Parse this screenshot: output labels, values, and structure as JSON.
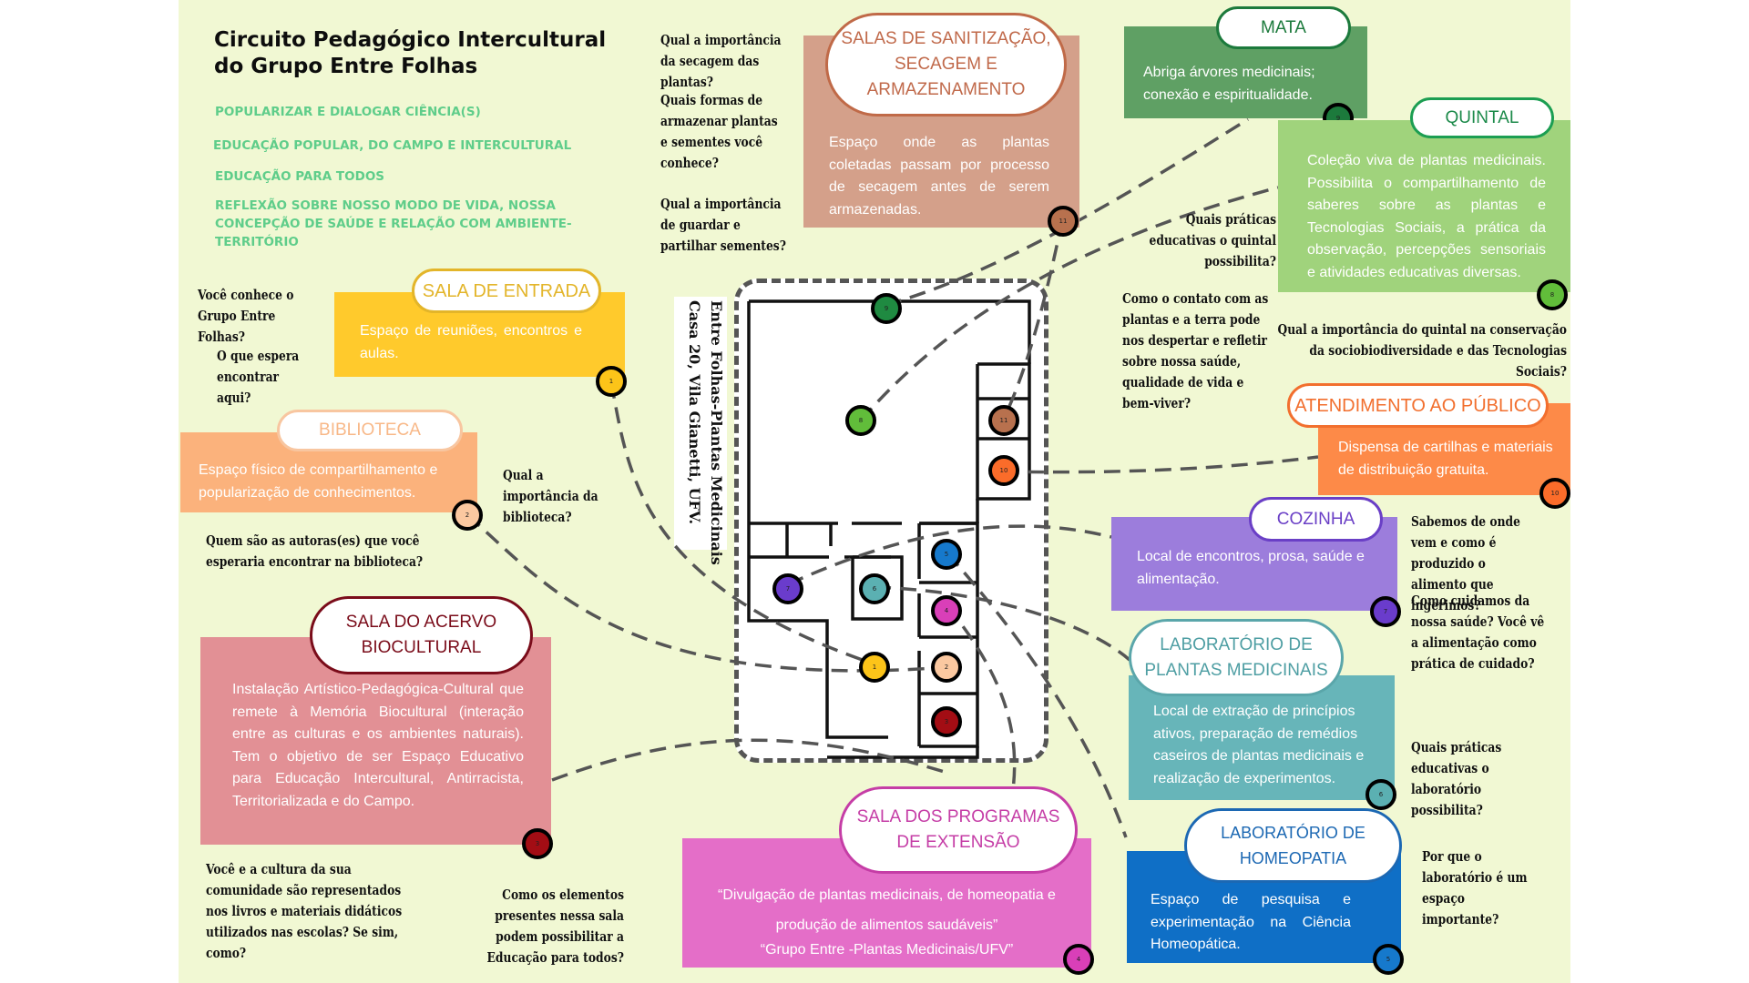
{
  "poster": {
    "title_line1": "Circuito Pedagógico Intercultural",
    "title_line2": "do Grupo Entre Folhas",
    "themes": [
      "POPULARIZAR E DIALOGAR  CIÊNCIA(S)",
      "EDUCAÇÃO POPULAR, DO CAMPO  E INTERCULTURAL",
      "EDUCAÇÃO PARA TODOS",
      "REFLEXÃO SOBRE NOSSO MODO DE VIDA, NOSSA CONCEPÇÃO DE SAÚDE E RELAÇÃO COM AMBIENTE-TERRITÓRIO"
    ],
    "colors": {
      "background": "#f1f8d3",
      "theme_text": "#5fcd8a"
    }
  },
  "floor_plan": {
    "address_line1": "Entre Folhas-Plantas Medicinais",
    "address_line2": "Casa 20, Vila Gianetti, UFV."
  },
  "rooms": [
    {
      "id": 1,
      "name": "SALA DE ENTRADA",
      "description": "Espaço de reuniões, encontros e aulas.",
      "color": "#ffca2c",
      "accent": "#e3b52a",
      "marker_label": "1"
    },
    {
      "id": 2,
      "name": "BIBLIOTECA",
      "description": "Espaço físico de compartilhamento e popularização de conhecimentos.",
      "color": "#fbb27c",
      "accent": "#f8c6a0",
      "marker_label": "2"
    },
    {
      "id": 3,
      "name_line1": "SALA DO ACERVO",
      "name_line2": "BIOCULTURAL",
      "description": "Instalação Artístico-Pedagógica-Cultural que remete à Memória Biocultural (interação entre as culturas e os ambientes naturais).  Tem o objetivo de ser Espaço Educativo para Educação Intercultural, Antirracista, Territorializada e do Campo.",
      "color": "#e29095",
      "accent": "#7a0c1a",
      "marker_label": "3"
    },
    {
      "id": 4,
      "name_line1": "SALA DOS PROGRAMAS",
      "name_line2": "DE EXTENSÃO",
      "description_line1": "“Divulgação de plantas medicinais, de homeopatia e",
      "description_line2": "produção de alimentos saudáveis”",
      "description_line3": "“Grupo Entre -Plantas Medicinais/UFV”",
      "color": "#e46ec8",
      "accent": "#c53da6",
      "marker_label": "4"
    },
    {
      "id": 5,
      "name_line1": "LABORATÓRIO DE",
      "name_line2": "HOMEOPATIA",
      "description": "Espaço de pesquisa e experimentação na Ciência Homeopática.",
      "color": "#0f6fc6",
      "accent": "#1c68b3",
      "marker_label": "5"
    },
    {
      "id": 6,
      "name_line1": "LABORATÓRIO DE",
      "name_line2": "PLANTAS MEDICINAIS",
      "description": "Local de extração de princípios ativos, preparação de remédios caseiros de plantas medicinais e realização de experimentos.",
      "color": "#67b5b9",
      "accent": "#5aa6aa",
      "marker_label": "6"
    },
    {
      "id": 7,
      "name": "COZINHA",
      "description": "Local de encontros, prosa, saúde e alimentação.",
      "color": "#9c7ddc",
      "accent": "#6a3fc6",
      "marker_label": "7"
    },
    {
      "id": 8,
      "name": "QUINTAL",
      "description": "Coleção viva de plantas medicinais. Possibilita o compartilhamento de saberes sobre as plantas e Tecnologias Sociais, a prática da observação, percepções sensoriais e atividades educativas diversas.",
      "color": "#a0d37c",
      "accent": "#1c9e52",
      "marker_label": "8"
    },
    {
      "id": 9,
      "name": "MATA",
      "description": "Abriga árvores medicinais; conexão e espiritualidade.",
      "color": "#5fa064",
      "accent": "#1c7a3c",
      "marker_label": "9"
    },
    {
      "id": 10,
      "name": "ATENDIMENTO AO PÚBLICO",
      "description": "Dispensa de cartilhas e materiais de distribuição gratuita.",
      "color": "#fd8a48",
      "accent": "#f26f2e",
      "marker_label": "10"
    },
    {
      "id": 11,
      "name_line1": "SALAS DE SANITIZAÇÃO,",
      "name_line2": "SECAGEM E",
      "name_line3": "ARMAZENAMENTO",
      "description": "Espaço onde as plantas coletadas passam por processo de secagem antes de serem armazenadas.",
      "color": "#d4a08a",
      "accent": "#c06a48",
      "marker_label": "11"
    }
  ],
  "plan_markers": [
    {
      "label": "1",
      "color": "#fcc419"
    },
    {
      "label": "2",
      "color": "#fbc8a0"
    },
    {
      "label": "3",
      "color": "#a30d14"
    },
    {
      "label": "4",
      "color": "#d93fb8"
    },
    {
      "label": "5",
      "color": "#1679cc"
    },
    {
      "label": "6",
      "color": "#5bb0b2"
    },
    {
      "label": "7",
      "color": "#6a3ccc"
    },
    {
      "label": "8",
      "color": "#61bd3a"
    },
    {
      "label": "9",
      "color": "#1f8a41"
    },
    {
      "label": "10",
      "color": "#fb6c2a"
    },
    {
      "label": "11",
      "color": "#b8714e"
    }
  ],
  "questions": {
    "sanitizacao": [
      "Qual a importância da secagem das plantas?",
      "Quais formas de armazenar plantas e sementes você conhece?",
      "Qual a importância de guardar e partilhar sementes?"
    ],
    "entrada": [
      "Você conhece o Grupo Entre Folhas?",
      "O que espera encontrar aqui?"
    ],
    "biblioteca": [
      "Qual a importância da biblioteca?",
      "Quem são as autoras(es) que você esperaria encontrar na biblioteca?"
    ],
    "acervo": [
      "Você e a cultura da sua comunidade são representados nos livros e materiais didáticos utilizados nas escolas? Se sim, como?",
      "Como os elementos presentes nessa sala podem possibilitar a Educação para todos?"
    ],
    "quintal": [
      "Quais práticas educativas o quintal possibilita?",
      "Como o contato com as plantas e a terra pode nos despertar e refletir sobre nossa saúde, qualidade de vida e bem-viver?",
      "Qual a importância do quintal na conservação da sociobiodiversidade e das Tecnologias Sociais?"
    ],
    "cozinha": [
      "Sabemos de onde vem e como é produzido o alimento que ingerimos?",
      "Como cuidamos da nossa saúde? Você vê a alimentação como prática de cuidado?"
    ],
    "lab_plantas": [
      "Quais práticas educativas o laboratório possibilita?"
    ],
    "homeopatia": [
      "Por que o laboratório é um espaço importante?"
    ]
  }
}
